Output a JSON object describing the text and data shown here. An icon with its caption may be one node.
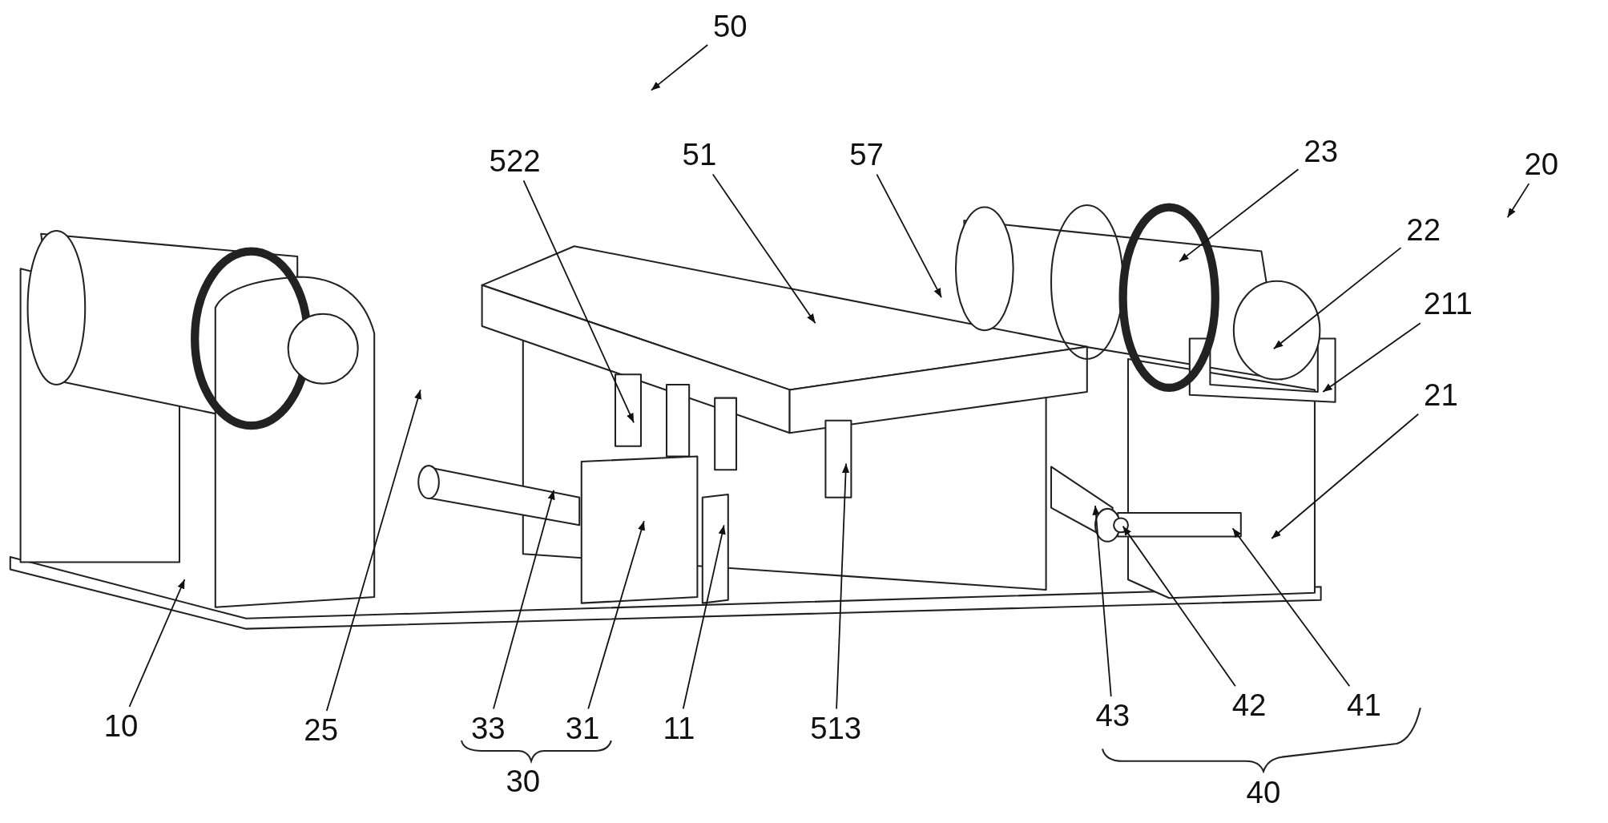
{
  "diagram": {
    "nodes": [
      {
        "text": [
          "50"
        ]
      },
      {
        "text": [
          "522"
        ]
      },
      {
        "text": [
          "51"
        ]
      },
      {
        "text": [
          "57"
        ]
      },
      {
        "text": [
          "23"
        ]
      },
      {
        "text": [
          "20"
        ]
      },
      {
        "text": [
          "22"
        ]
      },
      {
        "text": [
          "211"
        ]
      },
      {
        "text": [
          "21"
        ]
      },
      {
        "text": [
          "10"
        ]
      },
      {
        "text": [
          "25"
        ]
      },
      {
        "text": [
          "33"
        ]
      },
      {
        "text": [
          "31"
        ]
      },
      {
        "text": [
          "11"
        ]
      },
      {
        "text": [
          "513"
        ]
      },
      {
        "text": [
          "43"
        ]
      },
      {
        "text": [
          "42"
        ]
      },
      {
        "text": [
          "41"
        ]
      },
      {
        "text": [
          "30"
        ]
      },
      {
        "text": [
          "40"
        ]
      }
    ],
    "edges": [
      {
        "from": 0,
        "to": null,
        "arrow": "to"
      },
      {
        "from": 1,
        "to": null,
        "arrow": "to"
      },
      {
        "from": 2,
        "to": null,
        "arrow": "to"
      },
      {
        "from": 3,
        "to": null,
        "arrow": "to"
      },
      {
        "from": 4,
        "to": null,
        "arrow": "to"
      },
      {
        "from": 5,
        "to": null,
        "arrow": "to"
      },
      {
        "from": 6,
        "to": null,
        "arrow": "to"
      },
      {
        "from": 7,
        "to": null,
        "arrow": "to"
      },
      {
        "from": 8,
        "to": null,
        "arrow": "to"
      },
      {
        "from": 9,
        "to": null,
        "arrow": "to"
      },
      {
        "from": 10,
        "to": null,
        "arrow": "to"
      },
      {
        "from": 11,
        "to": null,
        "arrow": "to"
      },
      {
        "from": 12,
        "to": null,
        "arrow": "to"
      },
      {
        "from": 13,
        "to": null,
        "arrow": "to"
      },
      {
        "from": 14,
        "to": null,
        "arrow": "to"
      },
      {
        "from": 15,
        "to": null,
        "arrow": "to"
      },
      {
        "from": 16,
        "to": null,
        "arrow": "to"
      },
      {
        "from": 17,
        "to": null,
        "arrow": "to"
      }
    ]
  }
}
